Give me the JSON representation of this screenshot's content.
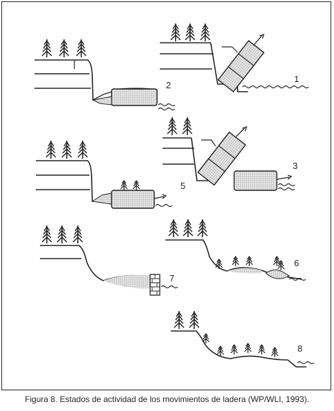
{
  "figure": {
    "caption": "Figura 8. Estados de actividad de los movimientos de ladera (WP/WLI, 1993).",
    "stage_labels": [
      "1",
      "2",
      "3",
      "5",
      "6",
      "7",
      "8"
    ]
  },
  "colors": {
    "ink": "#222222",
    "stipple": "#cfcfcf",
    "stipple_dark": "#b5b5b5"
  }
}
